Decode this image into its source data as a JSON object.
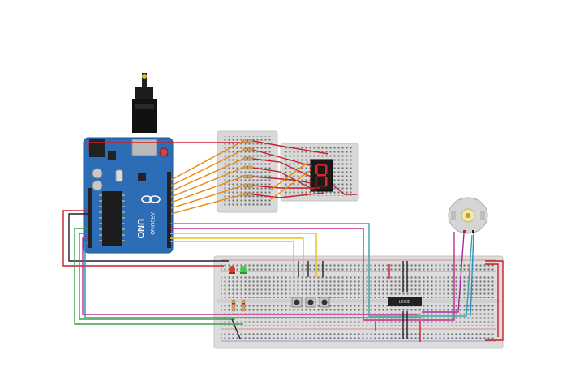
{
  "canvas": {
    "background": "#ffffff"
  },
  "arduino": {
    "brand_text": "ARDUINO",
    "model_text": "UNO",
    "board_color": "#2d6db5",
    "usb_icon": "usb-cable-icon",
    "logo_icon": "infinity-logo-icon"
  },
  "seven_segment": {
    "digit": "9",
    "segment_color": "#e3242b",
    "body_color": "#1a1a1a"
  },
  "ic_chip": {
    "label": "L293D",
    "body_color": "#222222"
  },
  "dc_motor": {
    "icon": "dc-motor-icon"
  },
  "leds": {
    "colors": [
      "#d63a2a",
      "#45c94a"
    ]
  },
  "pushbuttons": {
    "count": 3
  },
  "wire_colors": {
    "red": "#c8202a",
    "black": "#222222",
    "orange": "#e8870f",
    "yellow": "#e8c10f",
    "green": "#3aa04a",
    "purple": "#a02ca8",
    "magenta": "#c02d8b",
    "blue": "#2c8fc0",
    "teal": "#3aa3a8"
  }
}
